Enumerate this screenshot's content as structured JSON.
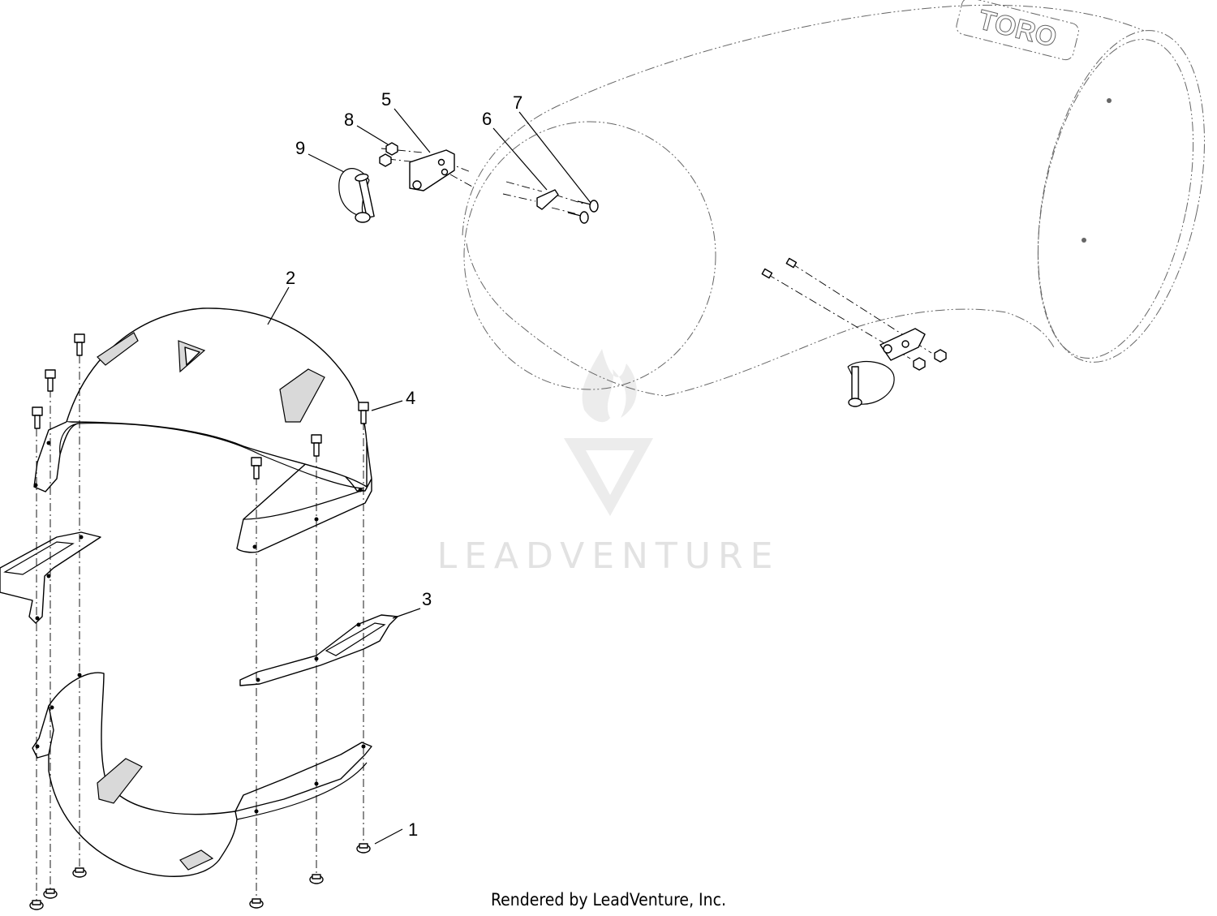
{
  "diagram": {
    "callouts": [
      {
        "id": "1",
        "label": "1"
      },
      {
        "id": "2",
        "label": "2"
      },
      {
        "id": "3",
        "label": "3"
      },
      {
        "id": "4",
        "label": "4"
      },
      {
        "id": "5",
        "label": "5"
      },
      {
        "id": "6",
        "label": "6"
      },
      {
        "id": "7",
        "label": "7"
      },
      {
        "id": "8",
        "label": "8"
      },
      {
        "id": "9",
        "label": "9"
      }
    ],
    "brand_on_tube": "TORO",
    "watermark": "LEADVENTURE",
    "footer": "Rendered by LeadVenture, Inc."
  }
}
